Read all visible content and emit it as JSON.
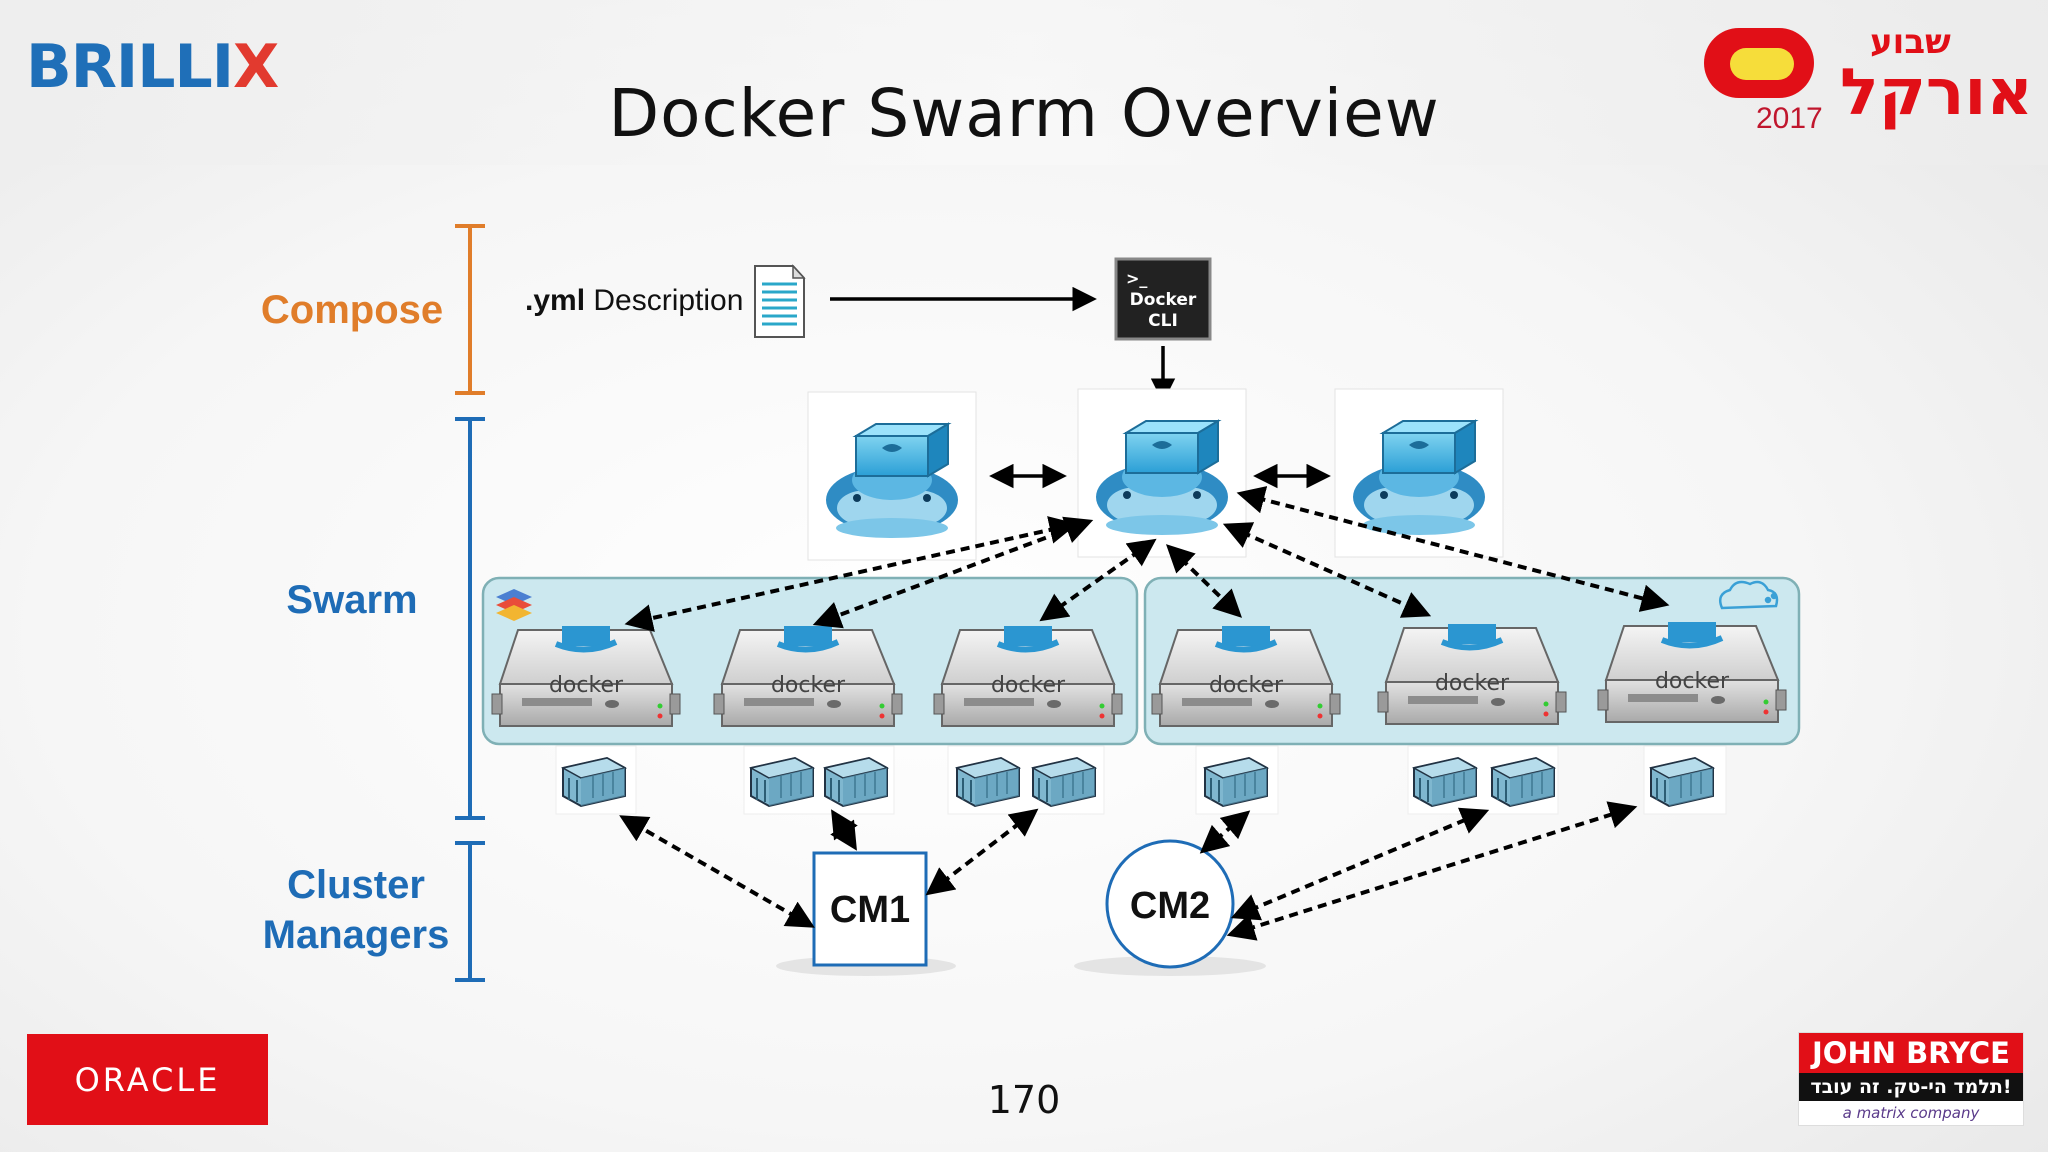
{
  "title": "Docker Swarm Overview",
  "page_number": "170",
  "logos": {
    "brillix_main": "BRILLI",
    "brillix_x": "X",
    "oracle": "ORACLE",
    "john_bryce_top": "JOHN BRYCE",
    "john_bryce_hebrew": "תלמד הי-טק. זה עובד!",
    "john_bryce_company": "a matrix company",
    "oracle_week_hebrew": "אורקל",
    "oracle_week_hebrew_small": "שבוע",
    "oracle_week_year": "2017"
  },
  "sections": {
    "compose": "Compose",
    "swarm": "Swarm",
    "cluster_managers": "Cluster Managers"
  },
  "compose": {
    "yml_bold": ".yml",
    "yml_rest": " Description",
    "cli_prompt": ">_",
    "cli_line1": "Docker",
    "cli_line2": "CLI"
  },
  "nodes": {
    "docker_label": "docker"
  },
  "cluster_managers": {
    "cm1": "CM1",
    "cm2": "CM2"
  },
  "colors": {
    "compose": "#e07d2a",
    "swarm": "#1e6cb6",
    "cluster_panel": "#cce8ef",
    "oracle_red": "#e10f17"
  }
}
